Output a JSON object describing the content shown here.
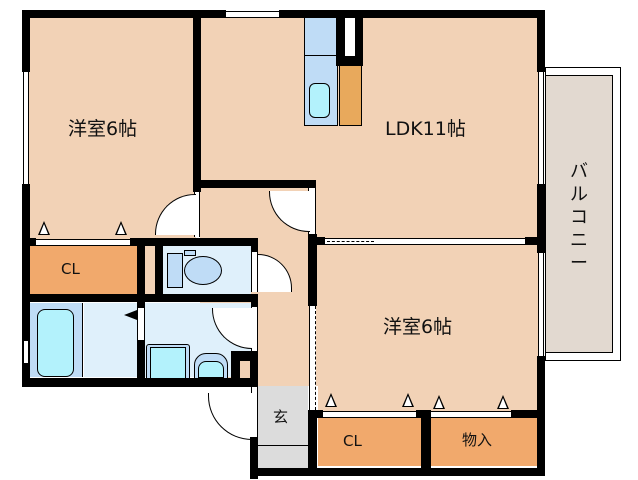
{
  "floorplan": {
    "type": "apartment floor plan",
    "layout": "2LDK",
    "rooms": [
      {
        "id": "western_room_1",
        "label": "洋室6帖"
      },
      {
        "id": "ldk",
        "label": "LDK11帖"
      },
      {
        "id": "balcony",
        "label": "バルコニー"
      },
      {
        "id": "western_room_2",
        "label": "洋室6帖"
      },
      {
        "id": "closet_1",
        "label": "CL"
      },
      {
        "id": "closet_2",
        "label": "CL"
      },
      {
        "id": "storage",
        "label": "物入"
      },
      {
        "id": "entrance",
        "label": "玄"
      },
      {
        "id": "toilet",
        "label": ""
      },
      {
        "id": "bathroom",
        "label": ""
      },
      {
        "id": "washroom",
        "label": ""
      },
      {
        "id": "kitchen",
        "label": ""
      }
    ],
    "colors": {
      "floor": "#f2d2b6",
      "wet_area": "#dff0fb",
      "bath_fixture": "#bfdcf6",
      "closet": "#f1a96c",
      "kitchen_counter": "#e8a95c",
      "entrance": "#dcdcdc",
      "balcony": "#e2d9d0",
      "wall": "#000000"
    }
  }
}
